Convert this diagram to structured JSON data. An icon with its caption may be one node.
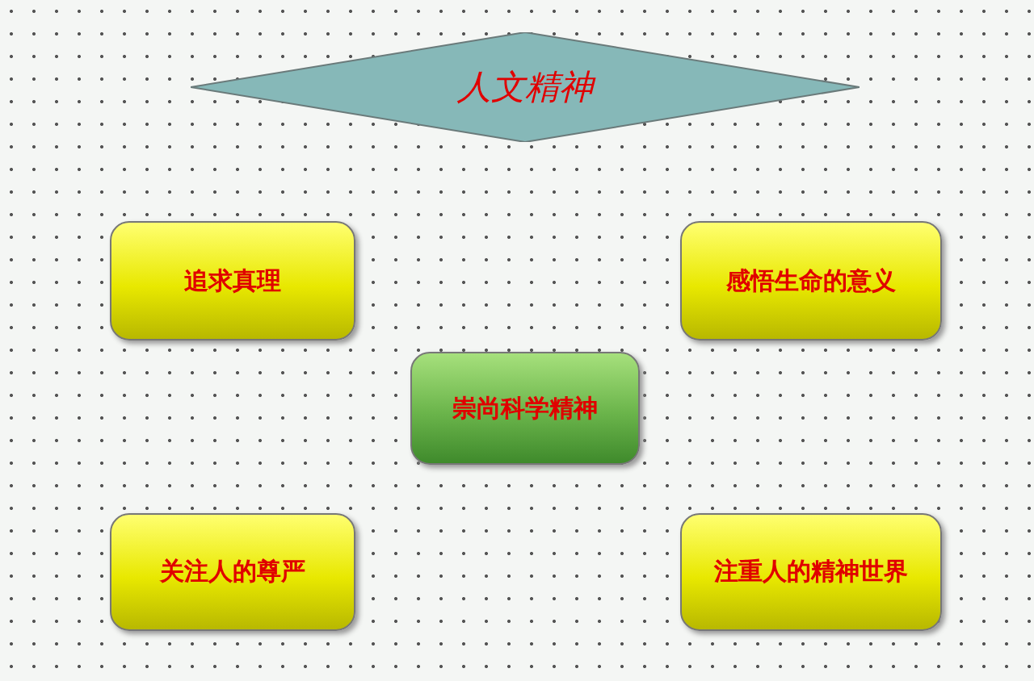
{
  "diagram": {
    "nodes": [
      {
        "text": [
          "人文精神"
        ]
      },
      {
        "text": [
          "追求真理"
        ]
      },
      {
        "text": [
          "感悟生命的意义"
        ]
      },
      {
        "text": [
          "崇尚科学精神"
        ]
      },
      {
        "text": [
          "关注人的尊严"
        ]
      },
      {
        "text": [
          "注重人的精神世界"
        ]
      }
    ]
  }
}
